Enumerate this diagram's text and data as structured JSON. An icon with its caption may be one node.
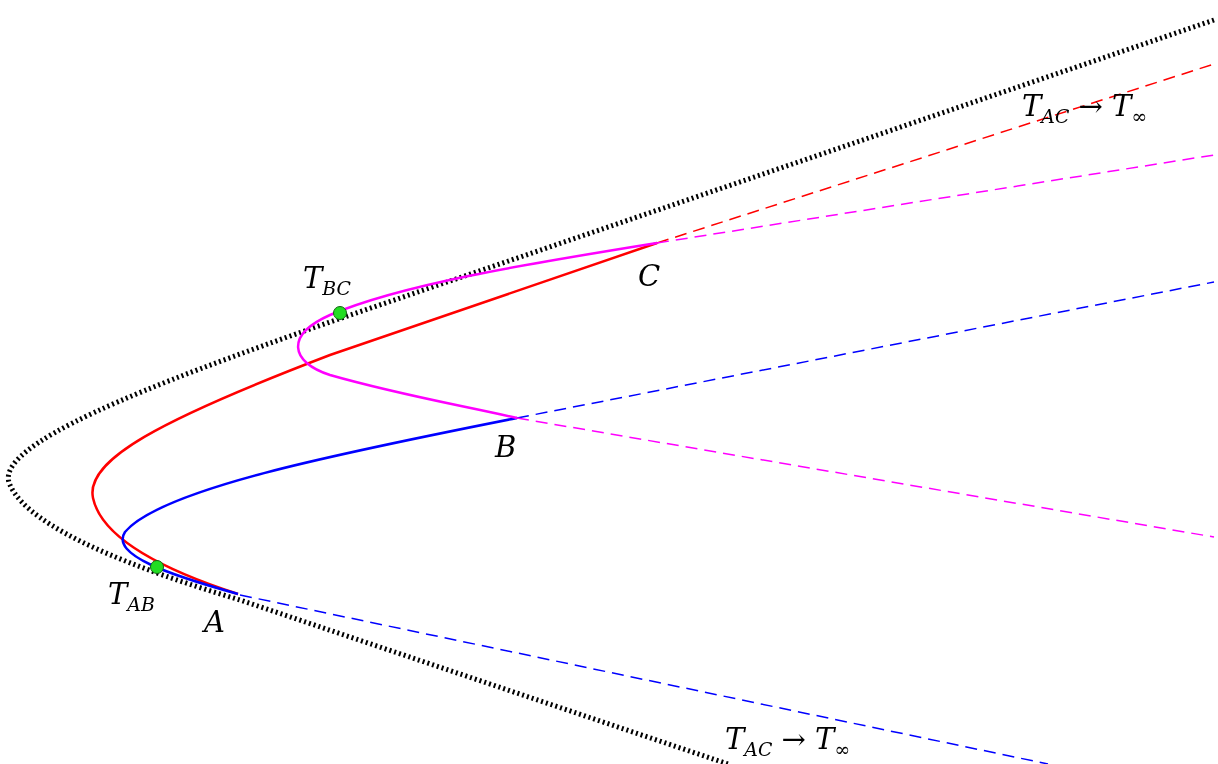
{
  "diagram": {
    "labels": [
      "T$_{AC}$ → T$_{∞}$",
      "T$_{BC}$",
      "C",
      "B",
      "T$_{AB}$",
      "A",
      "T$_{AC}$ → T$_{∞}$"
    ]
  }
}
